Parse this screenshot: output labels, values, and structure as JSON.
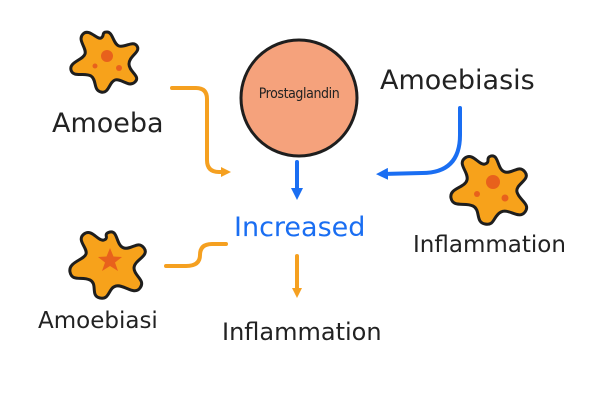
{
  "nodes": {
    "amoeba": "Amoeba",
    "amoebiasis": "Amoebiasis",
    "amoebiasi": "Amoebiasi",
    "prostaglandin": "Prostaglandin",
    "increased": "Increased",
    "inflammation_right": "Inflammation",
    "inflammation_bottom": "Inflammation"
  },
  "icons": {
    "amoeba_top": "amoeba-icon",
    "amoeba_right": "amoeba-icon",
    "amoeba_bottom": "amoeba-star-icon"
  },
  "colors": {
    "orange_arrow": "#f5a020",
    "blue_arrow": "#1a6ef2",
    "amoeba_fill": "#f7a21b",
    "amoeba_outline": "#1e1e1e",
    "amoeba_spot": "#e8611c",
    "circle_fill": "#f5a27c",
    "circle_outline": "#1e1e1e",
    "increased_text": "#1a6ef2"
  }
}
